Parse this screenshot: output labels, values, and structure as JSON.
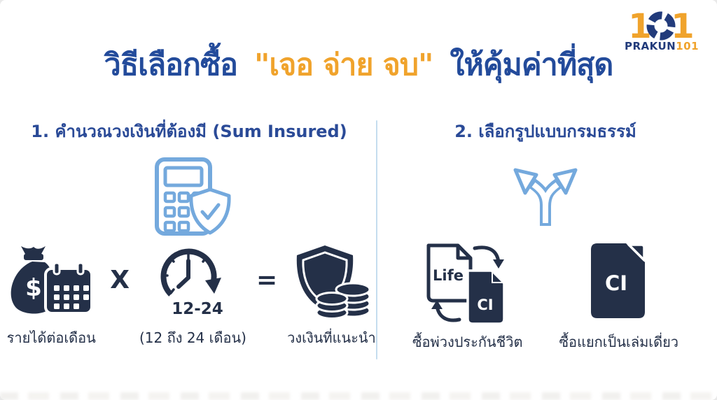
{
  "logo": {
    "digit_left": "1",
    "digit_right": "1",
    "brand_navy": "PRAKUN",
    "brand_orange": "101"
  },
  "title": {
    "part1": "วิธีเลือกซื้อ",
    "part2": "\"เจอ จ่าย จบ\"",
    "part3": "ให้คุ้มค่าที่สุด"
  },
  "sections": {
    "left": {
      "header": "1. คำนวณวงเงินที่ต้องมี (Sum Insured)",
      "formula": {
        "operand1_label": "รายได้ต่อเดือน",
        "operand1_symbol": "$",
        "operator1": "X",
        "operand2_value": "12-24",
        "operand2_label": "(12 ถึง 24 เดือน)",
        "operator2": "=",
        "result_label": "วงเงินที่แนะนำ"
      }
    },
    "right": {
      "header": "2. เลือกรูปแบบกรมธรรม์",
      "options": [
        {
          "doc_life": "Life",
          "doc_ci": "CI",
          "label": "ซื้อพ่วงประกันชีวิต"
        },
        {
          "doc_ci": "CI",
          "label": "ซื้อแยกเป็นเล่มเดี่ยว"
        }
      ]
    }
  },
  "colors": {
    "title_navy": "#234b9b",
    "header_blue": "#2a4a97",
    "orange": "#f0a32c",
    "icon_navy": "#243048",
    "light_blue": "#74a9dd",
    "divider_blue": "#c5ddef"
  }
}
